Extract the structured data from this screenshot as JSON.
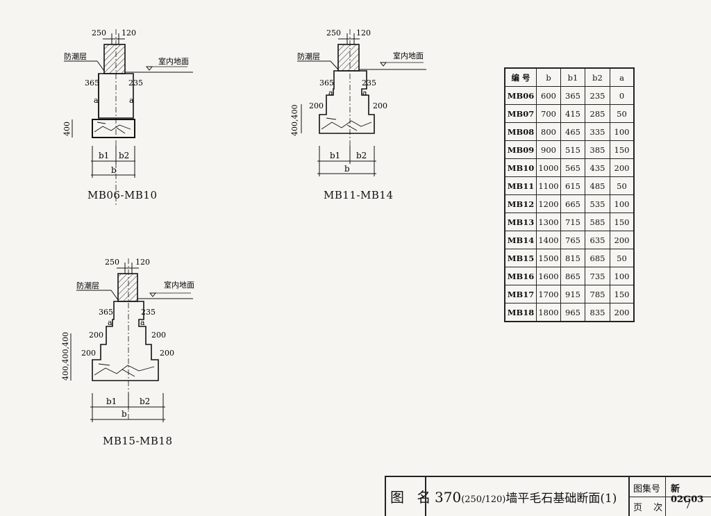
{
  "figures": [
    {
      "caption": "MB06-MB10",
      "dim_top_left": "250",
      "dim_top_right": "120",
      "label_dpc": "防潮层",
      "label_floor": "室内地面",
      "dim_365": "365",
      "dim_235": "235",
      "dim_a": "a",
      "dim_height": "400",
      "dim_b1": "b1",
      "dim_b2": "b2",
      "dim_b": "b"
    },
    {
      "caption": "MB11-MB14",
      "dim_top_left": "250",
      "dim_top_right": "120",
      "label_dpc": "防潮层",
      "label_floor": "室内地面",
      "dim_365": "365",
      "dim_235": "235",
      "dim_a": "a",
      "dim_200": "200",
      "dim_height": "400,400",
      "dim_b1": "b1",
      "dim_b2": "b2",
      "dim_b": "b"
    },
    {
      "caption": "MB15-MB18",
      "dim_top_left": "250",
      "dim_top_right": "120",
      "label_dpc": "防潮层",
      "label_floor": "室内地面",
      "dim_365": "365",
      "dim_235": "235",
      "dim_a": "a",
      "dim_200": "200",
      "dim_height": "400,400,400",
      "dim_b1": "b1",
      "dim_b2": "b2",
      "dim_b": "b"
    }
  ],
  "table": {
    "headers": [
      "编 号",
      "b",
      "b1",
      "b2",
      "a"
    ],
    "rows": [
      [
        "MB06",
        "600",
        "365",
        "235",
        "0"
      ],
      [
        "MB07",
        "700",
        "415",
        "285",
        "50"
      ],
      [
        "MB08",
        "800",
        "465",
        "335",
        "100"
      ],
      [
        "MB09",
        "900",
        "515",
        "385",
        "150"
      ],
      [
        "MB10",
        "1000",
        "565",
        "435",
        "200"
      ],
      [
        "MB11",
        "1100",
        "615",
        "485",
        "50"
      ],
      [
        "MB12",
        "1200",
        "665",
        "535",
        "100"
      ],
      [
        "MB13",
        "1300",
        "715",
        "585",
        "150"
      ],
      [
        "MB14",
        "1400",
        "765",
        "635",
        "200"
      ],
      [
        "MB15",
        "1500",
        "815",
        "685",
        "50"
      ],
      [
        "MB16",
        "1600",
        "865",
        "735",
        "100"
      ],
      [
        "MB17",
        "1700",
        "915",
        "785",
        "150"
      ],
      [
        "MB18",
        "1800",
        "965",
        "835",
        "200"
      ]
    ]
  },
  "title_block": {
    "name_label": "图 名",
    "title_main": "370",
    "title_paren": "(250/120)",
    "title_rest": "墙平毛石基础断面",
    "title_num": "(1)",
    "atlas_label": "图集号",
    "atlas_value": "新02G03",
    "page_label": "页 次",
    "page_value": "7"
  }
}
